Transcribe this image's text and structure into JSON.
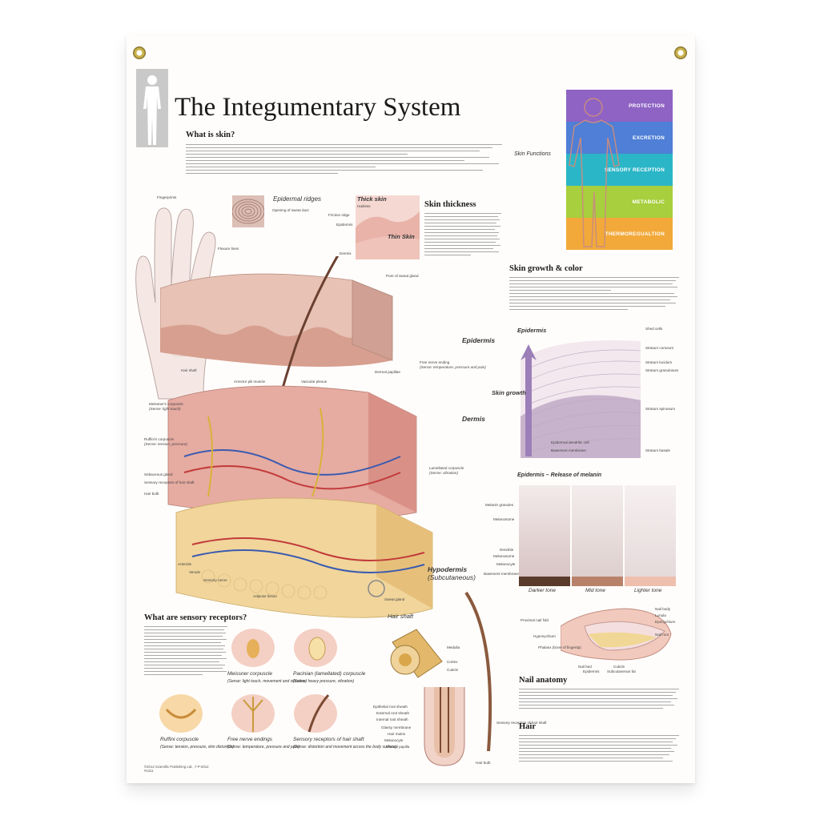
{
  "poster": {
    "title": "The Integumentary System",
    "copyright_line1": "©2012 Scientific Publishing Ltd., 7-P-2012",
    "copyright_line2": "#1311"
  },
  "what_is_skin": {
    "heading": "What is skin?"
  },
  "skin_functions": {
    "label": "Skin Functions",
    "items": [
      {
        "label": "PROTECTION",
        "color": "#8e63c4"
      },
      {
        "label": "EXCRETION",
        "color": "#4f7fd6"
      },
      {
        "label": "SENSORY RECEPTION",
        "color": "#2bb6c7"
      },
      {
        "label": "METABOLIC",
        "color": "#a8cf3d"
      },
      {
        "label": "THERMOREGUALTION",
        "color": "#f2a93a"
      }
    ]
  },
  "epidermal_ridges": {
    "label": "Epidermal ridges",
    "callout": "Opening of sweat duct"
  },
  "thickness_inset": {
    "thick_label": "Thick skin",
    "thin_label": "Thin Skin",
    "callout_hairless": "Hairless",
    "callout_ridge": "Friction ridge",
    "callout_epidermis": "Epidermis",
    "callout_dermis": "Dermis"
  },
  "skin_thickness": {
    "heading": "Skin thickness"
  },
  "skin_growth_color": {
    "heading": "Skin growth & color"
  },
  "growth_diagram": {
    "epidermis_label": "Epidermis",
    "growth_label": "Skin growth",
    "shed_cells": "Shed cells",
    "strata": [
      "Stratum corneum",
      "Stratum lucidum",
      "Stratum granulosum",
      "Stratum spinosum",
      "Stratum basale"
    ],
    "dendritic": "Epidermal dendritic cell",
    "basement": "Basement membrane"
  },
  "main_diagram": {
    "epidermis": "Epidermis",
    "dermis": "Dermis",
    "hypodermis": "Hypodermis",
    "hypodermis_sub": "(Subcutaneous)",
    "callouts": {
      "fingerprints": "Fingerprints",
      "flexure_lines": "Flexure lines",
      "pore": "Pore of sweat gland",
      "hair_shaft": "Hair shaft",
      "arrector": "Arrector pili muscle",
      "vascular": "Vascular plexus",
      "dermal_papillae": "Dermal papillae",
      "nerve_ending": "Free nerve ending",
      "nerve_ending_sub": "(Sense: temperature, pressure and pain)",
      "meissner": "Meissner's corpuscle",
      "meissner_sub": "(Sense: light touch)",
      "ruffini": "Ruffini's corpuscle",
      "ruffini_sub": "(Sense: tension, pressure)",
      "sebaceous": "Sebaceous gland",
      "sensory_hair": "Sensory receptors of hair shaft",
      "hair_bulb": "Hair bulb",
      "lamellated": "Lamellated corpuscle",
      "lamellated_sub": "(Sense: vibration)",
      "arteriole": "Arteriole",
      "venule": "Venule",
      "sensory_nerve": "Sensory nerve",
      "adipose": "Adipose tissue",
      "sweat_gland": "Sweat gland"
    }
  },
  "melanin": {
    "title": "Epidermis – Release of melanin",
    "tones": [
      {
        "label": "Darker tone",
        "color": "#5a3a2a"
      },
      {
        "label": "Mid tone",
        "color": "#b8826a"
      },
      {
        "label": "Lighter tone",
        "color": "#efbfae"
      }
    ],
    "callouts": [
      "Melanin granules",
      "Melanosome",
      "Dendrite",
      "Melanosome",
      "Melanocyte",
      "Basement membrane"
    ]
  },
  "sensory_receptors": {
    "heading": "What are sensory receptors?",
    "items": [
      {
        "name": "Meissner corpuscle",
        "sub": "(Sense: light touch, movement and vibration)"
      },
      {
        "name": "Pacinian (lamellated) corpuscle",
        "sub": "(Sense: heavy pressure, vibration)"
      },
      {
        "name": "Ruffini corpuscle",
        "sub": "(Sense: tension, pressure, skin distortion)"
      },
      {
        "name": "Free nerve endings",
        "sub": "(Sense: temperature, pressure and pain)"
      },
      {
        "name": "Sensory receptors of hair shaft",
        "sub": "(Sense: distortion and movement across the body surface)"
      }
    ]
  },
  "hair_shaft_panel": {
    "label": "Hair shaft",
    "callouts": [
      "Medulla",
      "Cortex",
      "Cuticle"
    ],
    "follicle_callouts": [
      "Epithelial root sheath",
      "External root sheath",
      "Internal root sheath",
      "Glassy membrane",
      "Hair matrix",
      "Melanocyte",
      "Dermal papilla",
      "Sensory receptors of hair shaft",
      "Hair bulb"
    ]
  },
  "nail": {
    "heading": "Nail anatomy",
    "callouts": [
      "Nail body",
      "Lunula",
      "Eponychium",
      "Nail root",
      "Proximal nail fold",
      "Hyponychium",
      "Phalanx (bone of fingertip)",
      "Nail bed",
      "Epidermis",
      "Cuticle",
      "Subcutaneous fat"
    ]
  },
  "hair": {
    "heading": "Hair"
  },
  "icons": {
    "human_silhouette": "human-silhouette-icon",
    "grommet": "grommet-icon"
  }
}
